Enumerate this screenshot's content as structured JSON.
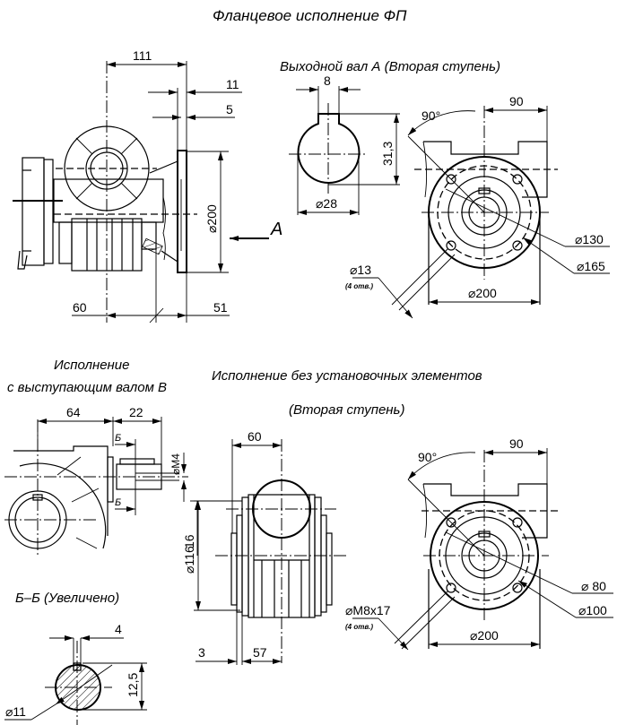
{
  "titles": {
    "main": "Фланцевое  исполнение  ФП",
    "output_shaft": "Выходной  вал  А  (Вторая  ступень)",
    "protruding_line1": "Исполнение",
    "protruding_line2": "с  выступающим  валом  В",
    "no_mount_line1": "Исполнение  без  установочных  элементов",
    "no_mount_line2": "(Вторая  ступень)",
    "section": "Б–Б  (Увеличено)"
  },
  "view_labels": {
    "arrow_a": "A",
    "section_mark_top": "Б",
    "section_mark_bottom": "Б"
  },
  "flange_side_view": {
    "dim_111": "111",
    "dim_11": "11",
    "dim_5": "5",
    "dim_d200": "⌀200",
    "dim_60": "60",
    "dim_51": "51"
  },
  "output_shaft_view": {
    "dim_key_width": "8",
    "dim_height": "31,3",
    "dim_d28": "⌀28"
  },
  "flange_front_view": {
    "angle": "90°",
    "dim_90": "90",
    "dim_d130": "⌀130",
    "dim_d165": "⌀165",
    "dim_d200": "⌀200",
    "hole_label": "⌀13",
    "hole_count": "(4 отв.)"
  },
  "protruding_shaft_view": {
    "dim_64": "64",
    "dim_22": "22",
    "dim_m4": "⌀M4",
    "dim_16": "16"
  },
  "no_mount_side_view": {
    "dim_60": "60",
    "dim_d116": "⌀116",
    "dim_3": "3",
    "dim_57": "57"
  },
  "no_mount_front_view": {
    "angle": "90°",
    "dim_90": "90",
    "dim_d80": "⌀ 80",
    "dim_d100": "⌀100",
    "dim_d200": "⌀200",
    "hole_label": "⌀M8x17",
    "hole_count": "(4 отв.)"
  },
  "section_view": {
    "dim_4": "4",
    "dim_12_5": "12,5",
    "dim_d11": "⌀11"
  }
}
